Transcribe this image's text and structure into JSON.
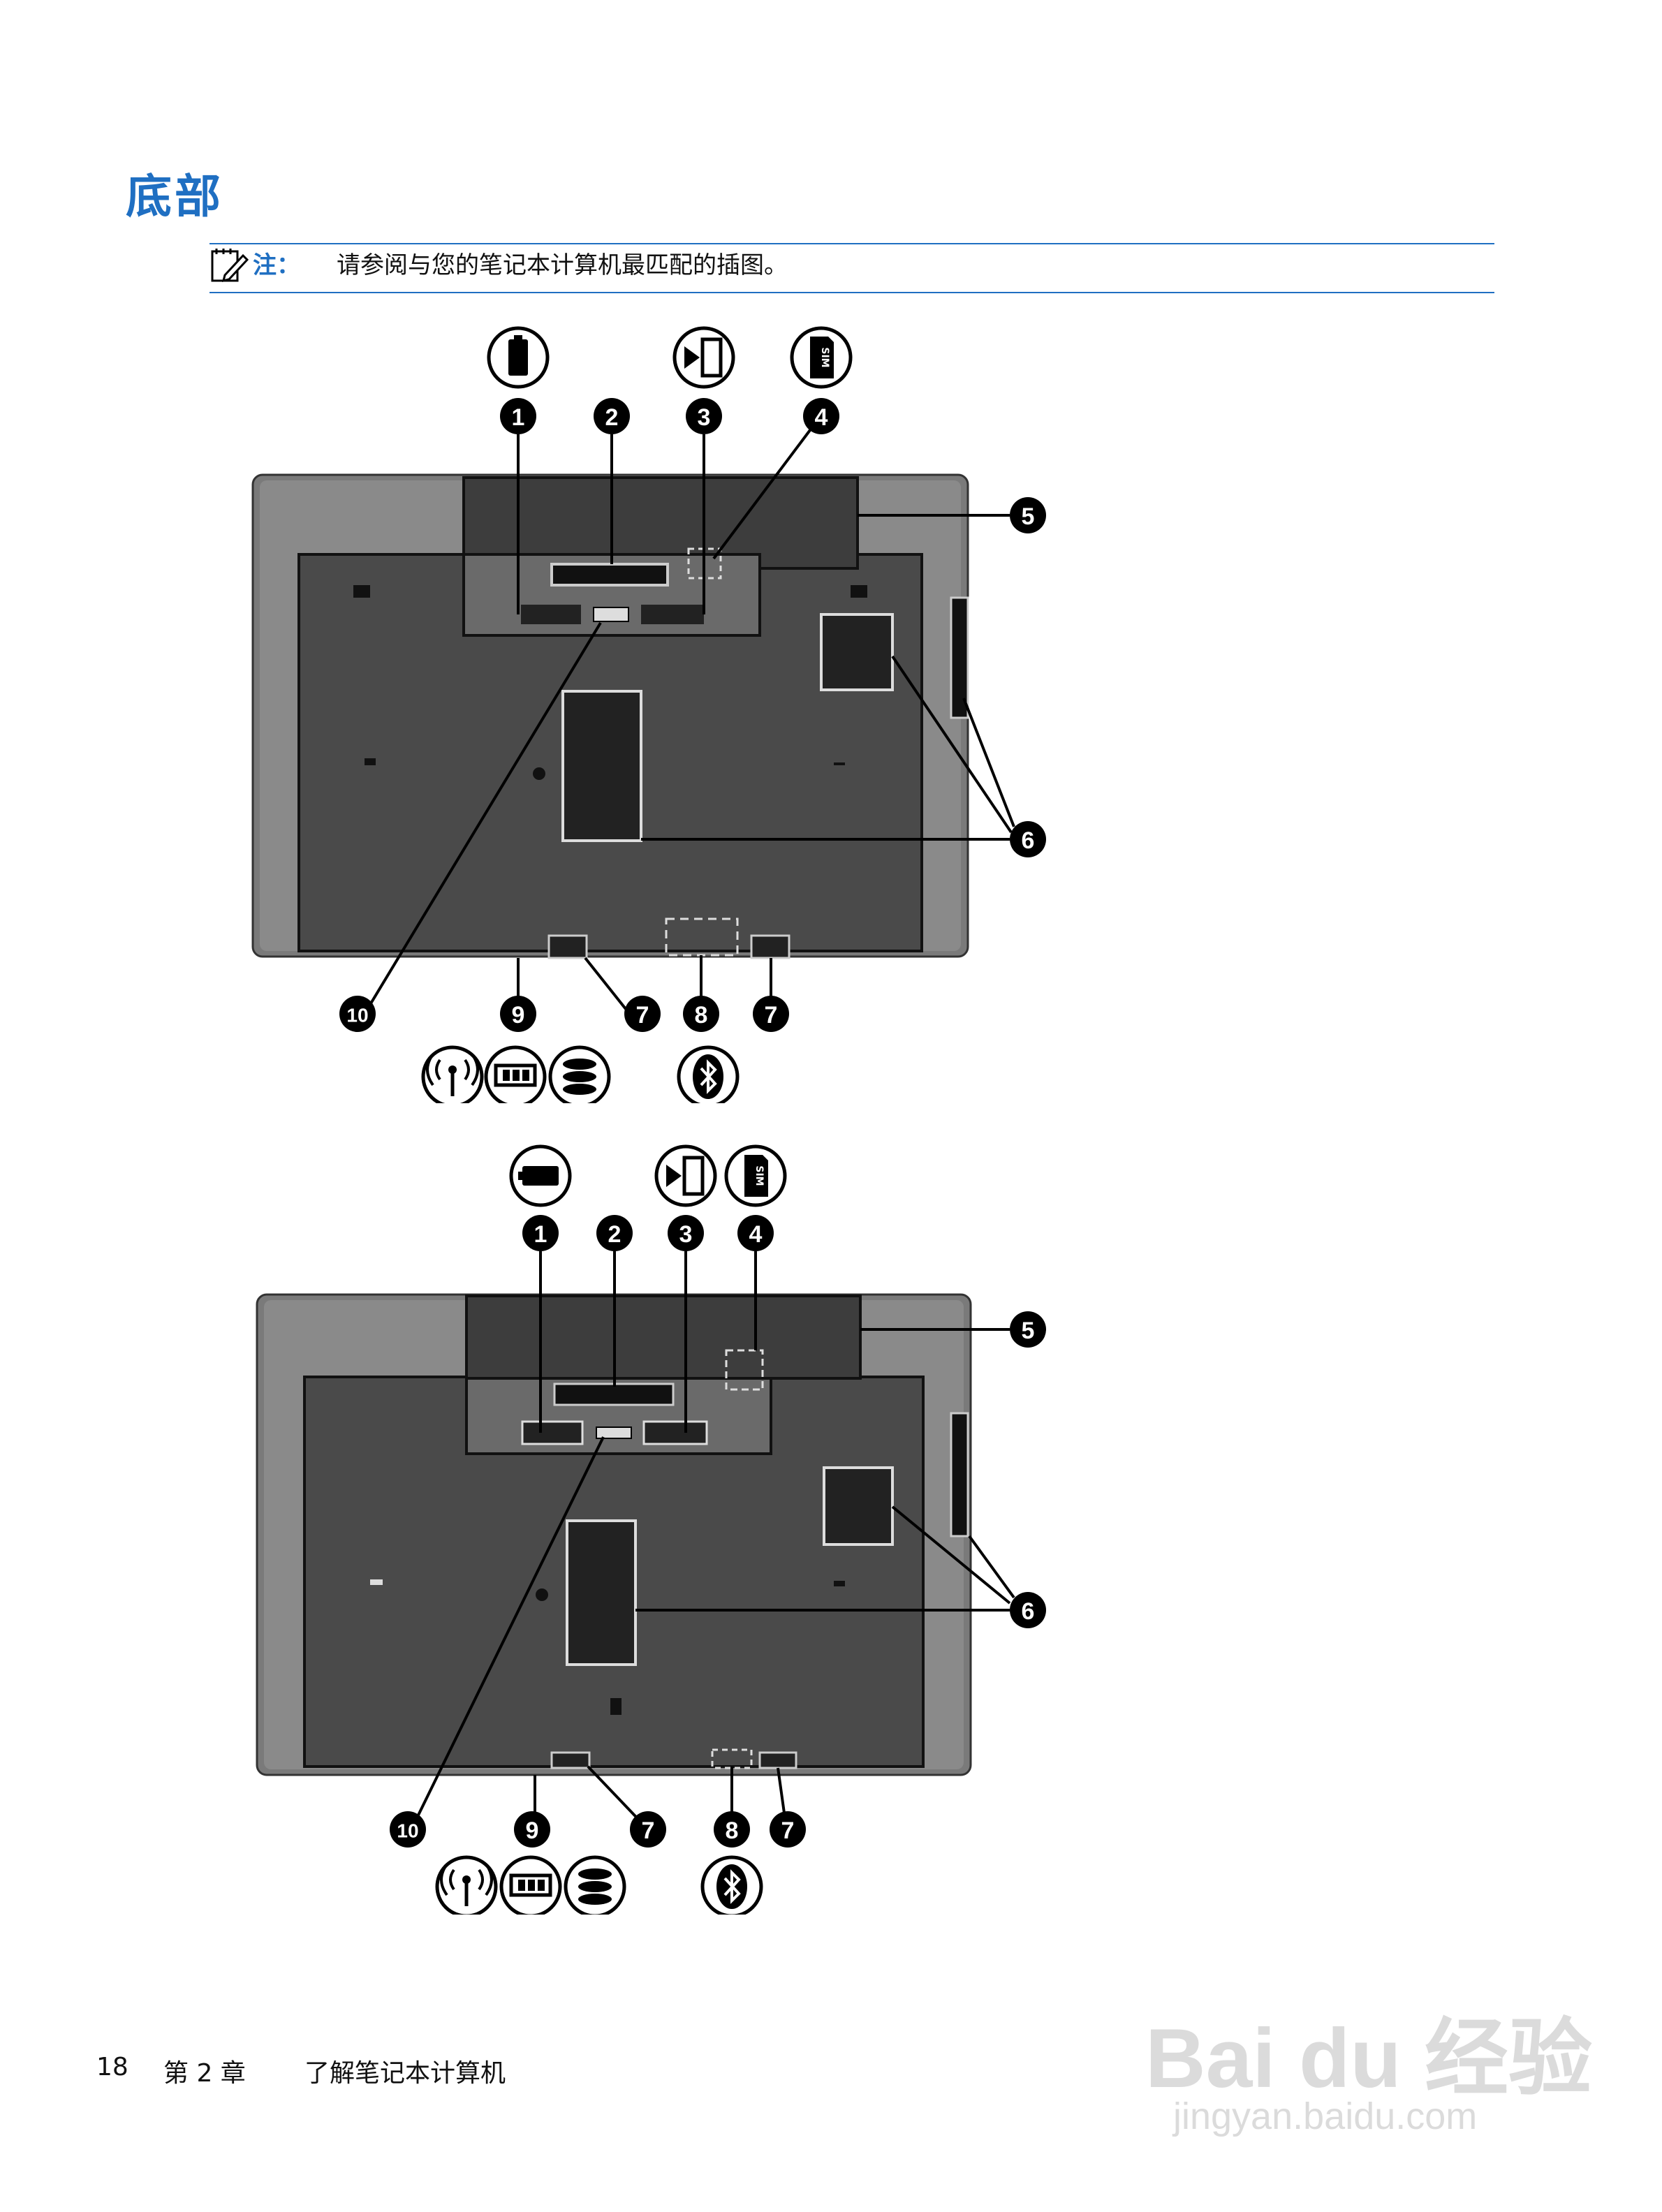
{
  "page": {
    "title": "底部",
    "note_label": "注：",
    "note_text": "请参阅与您的笔记本计算机最匹配的插图。",
    "footer_page": "18",
    "footer_chapter": "第 2 章",
    "footer_chapter_title": "了解笔记本计算机"
  },
  "figure": {
    "callouts": [
      "1",
      "2",
      "3",
      "4",
      "5",
      "6",
      "7",
      "8",
      "9",
      "10"
    ],
    "icons": {
      "top_row": [
        "battery-icon",
        "dock-icon",
        "sim-icon"
      ],
      "bottom_row": [
        "wireless-icon",
        "memory-icon",
        "hard-drive-icon",
        "bluetooth-icon"
      ]
    },
    "sim_label": "SIM"
  },
  "watermark": {
    "brand": "Bai du 经验",
    "url": "jingyan.baidu.com"
  }
}
